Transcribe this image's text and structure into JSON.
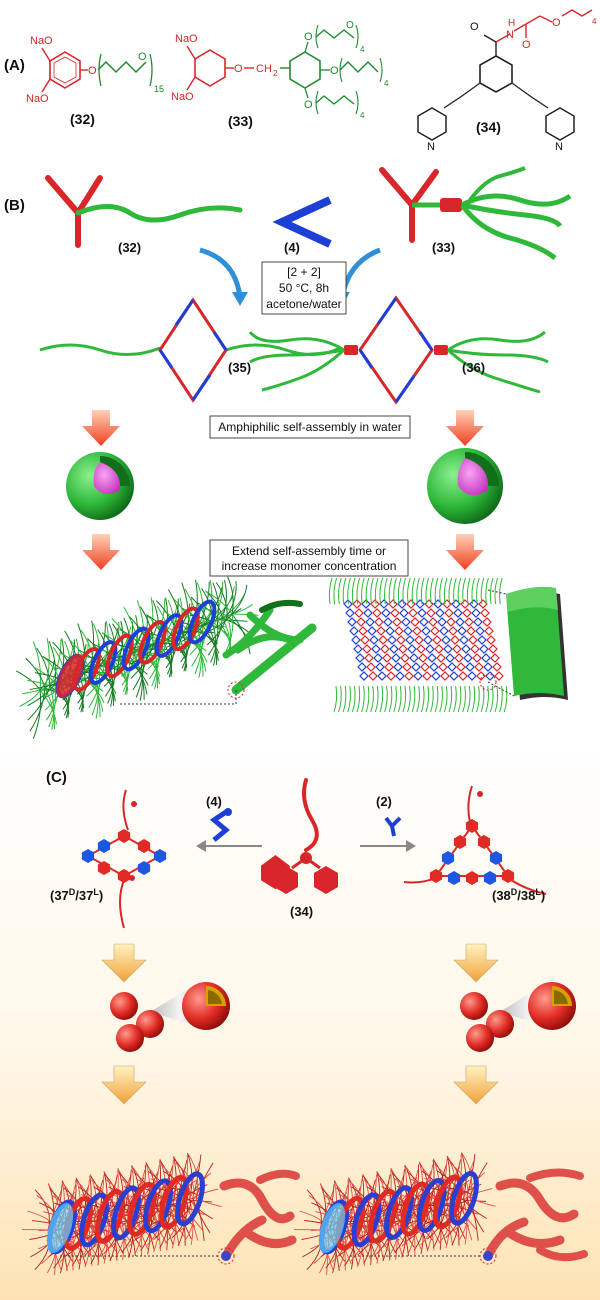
{
  "panels": {
    "A": "(A)",
    "B": "(B)",
    "C": "(C)"
  },
  "panelA": {
    "c32": {
      "label": "(32)",
      "na_top": "NaO",
      "na_bot": "NaO",
      "o_link": "O",
      "o_chain": "O",
      "sub": "15"
    },
    "c33": {
      "label": "(33)",
      "na_top": "NaO",
      "na_bot": "NaO",
      "o_ch2": "O",
      "ch2": "CH",
      "ch2_sub": "2",
      "o1": "O",
      "o2": "O",
      "o3": "O",
      "peg_o": "O",
      "sub": "4"
    },
    "c34": {
      "label": "(34)",
      "o_carb": "O",
      "nh": "N",
      "h": "H",
      "o_ester": "O",
      "o_ester2": "O",
      "n_left": "N",
      "n_right": "N",
      "sub": "4"
    }
  },
  "panelB": {
    "m32": "(32)",
    "m4": "(4)",
    "m33": "(33)",
    "cond": [
      "[2 + 2]",
      "50 °C, 8h",
      "acetone/water"
    ],
    "m35": "(35)",
    "m36": "(36)",
    "box1": "Amphiphilic self-assembly in water",
    "box2": [
      "Extend self-assembly time or",
      "increase monomer concentration"
    ]
  },
  "panelC": {
    "r4": "(4)",
    "r2": "(2)",
    "m34": "(34)",
    "m37": "(37",
    "m37_sup1": "D",
    "m37_mid": "/37",
    "m37_sup2": "L",
    "m37_end": ")",
    "m38": "(38",
    "m38_sup1": "D",
    "m38_mid": "/38",
    "m38_sup2": "L",
    "m38_end": ")"
  },
  "colors": {
    "red": "#d9262a",
    "green": "#2fb83a",
    "blue": "#1d3fd6",
    "magenta": "#e052d8",
    "arrow_orange": "#f0562a",
    "arrow_blue": "#2f8fd8"
  }
}
